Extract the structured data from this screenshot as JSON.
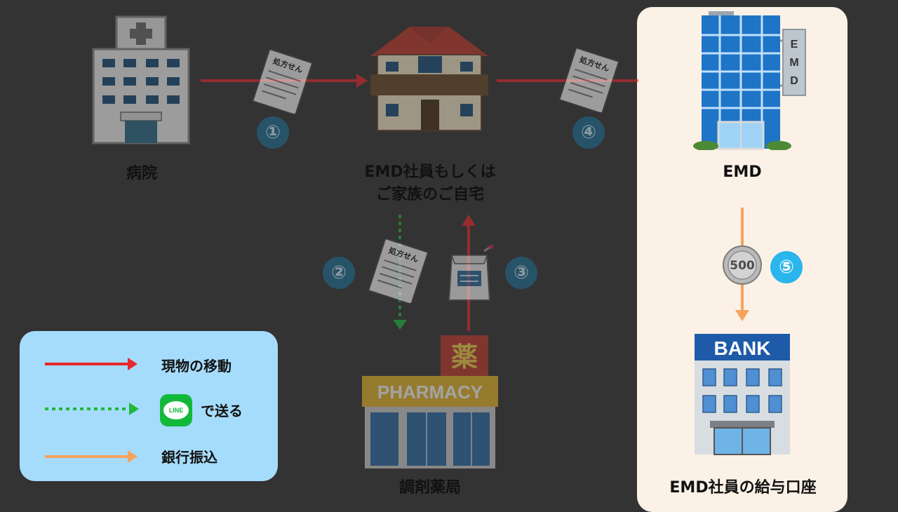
{
  "nodes": {
    "hospital": "病院",
    "home": "EMD社員もしくは\nご家族のご自宅",
    "emd": "EMD",
    "pharmacy": "調剤薬局",
    "bank_account": "EMD社員の給与口座"
  },
  "steps": {
    "s1": "①",
    "s2": "②",
    "s3": "③",
    "s4": "④",
    "s5": "⑤"
  },
  "icons": {
    "prescription_text": "処方せん",
    "building_sign": "EMD",
    "bank_sign": "BANK",
    "pharmacy_sign": "PHARMACY",
    "pharmacy_kanji": "薬",
    "coin_text": "500",
    "line_logo": "LINE"
  },
  "legend": {
    "physical": "現物の移動",
    "line_send": "で送る",
    "bank_transfer": "銀行振込"
  },
  "colors": {
    "physical": "#e8262c",
    "line": "#1fb83c",
    "transfer": "#f6a25f",
    "step_circle": "#1f6e95",
    "step5_circle": "#2ab5ec"
  }
}
